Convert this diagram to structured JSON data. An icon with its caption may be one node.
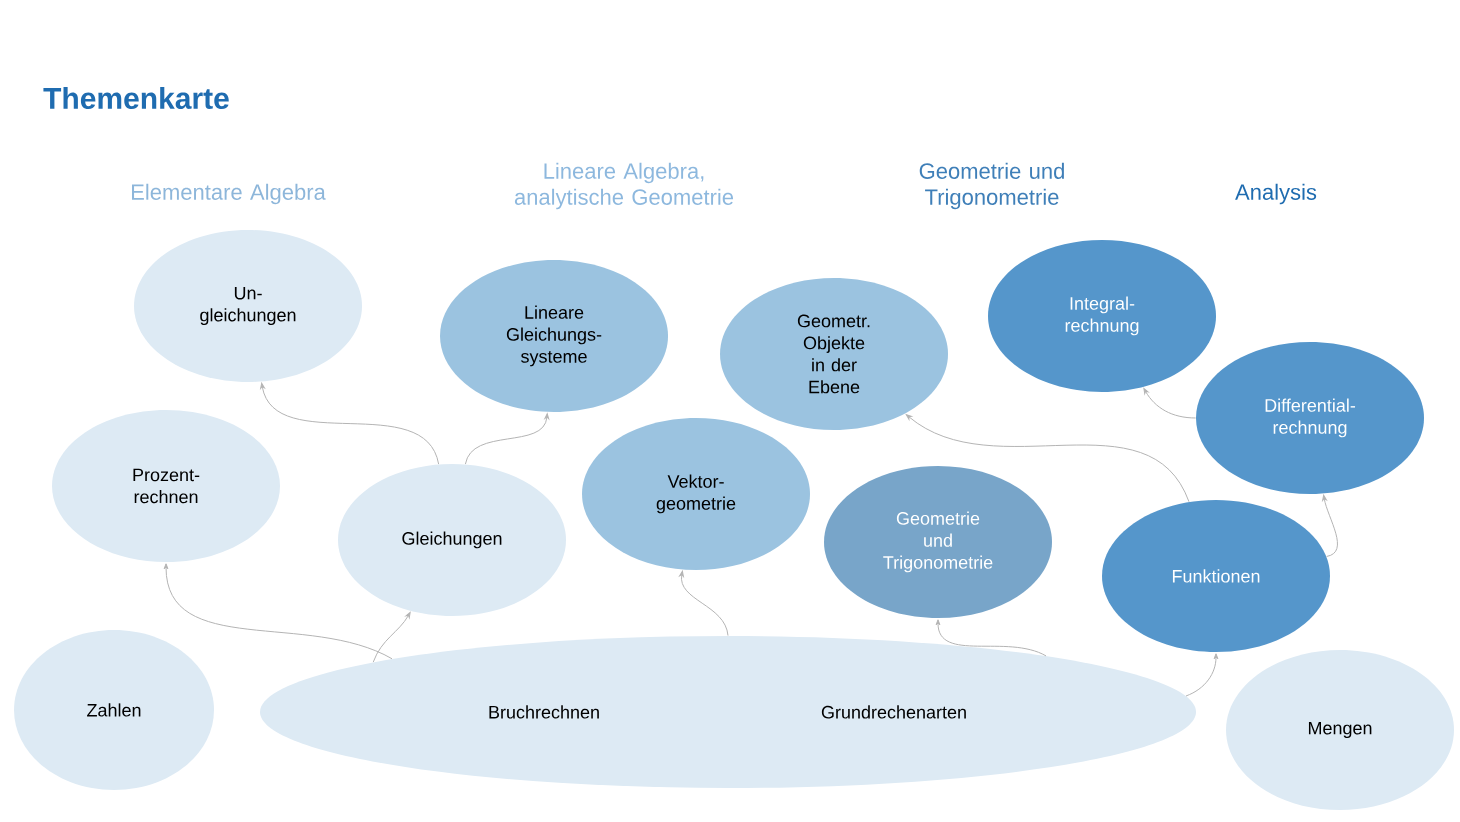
{
  "diagram": {
    "title": "Themenkarte",
    "nodes": [
      {
        "text": [
          "Un- gleichungen"
        ]
      },
      {
        "text": [
          "Lineare Gleichungs- systeme"
        ]
      },
      {
        "text": [
          "Geometr. Objekte in der Ebene"
        ]
      },
      {
        "text": [
          "Integral- rechnung"
        ]
      },
      {
        "text": [
          "Prozent- rechnen"
        ]
      },
      {
        "text": [
          "Gleichungen"
        ]
      },
      {
        "text": [
          "Vektor- geometrie"
        ]
      },
      {
        "text": [
          "Geometrie und Trigonometrie"
        ]
      },
      {
        "text": [
          "Differential- rechnung"
        ]
      },
      {
        "text": [
          "Funktionen"
        ]
      },
      {
        "text": [
          "Zahlen"
        ]
      },
      {
        "text": [
          "Bruchrechnen",
          "Grundrechenarten"
        ]
      },
      {
        "text": [
          "Mengen"
        ]
      }
    ],
    "edges": [
      {
        "from": 5,
        "to": 0,
        "arrow": "to"
      },
      {
        "from": 5,
        "to": 1,
        "arrow": "to"
      },
      {
        "from": 11,
        "to": 4,
        "arrow": "to"
      },
      {
        "from": 11,
        "to": 5,
        "arrow": "to"
      },
      {
        "from": 11,
        "to": 6,
        "arrow": "to"
      },
      {
        "from": 11,
        "to": 7,
        "arrow": "to"
      },
      {
        "from": 11,
        "to": 9,
        "arrow": "to"
      },
      {
        "from": 9,
        "to": 2,
        "arrow": "to"
      },
      {
        "from": 9,
        "to": 8,
        "arrow": "to"
      },
      {
        "from": 8,
        "to": 3,
        "arrow": "to"
      }
    ],
    "labels": [
      "Elementare Algebra",
      "Lineare Algebra, analytische Geometrie",
      "Geometrie und Trigonometrie",
      "Analysis"
    ]
  }
}
